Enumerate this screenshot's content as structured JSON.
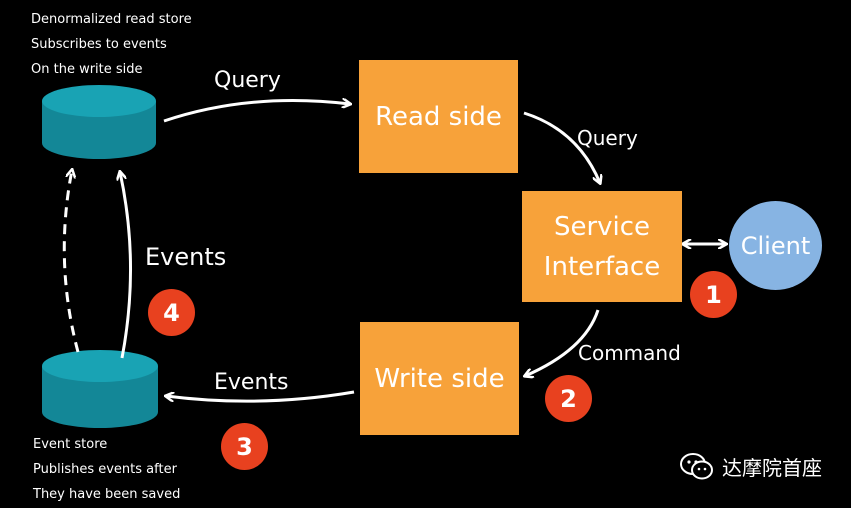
{
  "read_store_note": [
    "Denormalized read store",
    "Subscribes to events",
    "On the write side"
  ],
  "event_store_note": [
    "Event store",
    "Publishes events after",
    "They have been saved"
  ],
  "boxes": {
    "read_side": "Read side",
    "service_interface": [
      "Service",
      "Interface"
    ],
    "write_side": "Write side",
    "client": "Client"
  },
  "edge_labels": {
    "query_top": "Query",
    "query_right": "Query",
    "command": "Command",
    "events_bottom": "Events",
    "events_left": "Events"
  },
  "badges": [
    "1",
    "2",
    "3",
    "4"
  ],
  "watermark": "达摩院首座",
  "colors": {
    "cylinder": "#138797",
    "box": "#f7a23a",
    "client": "#87b4e3",
    "badge": "#e8411f"
  }
}
